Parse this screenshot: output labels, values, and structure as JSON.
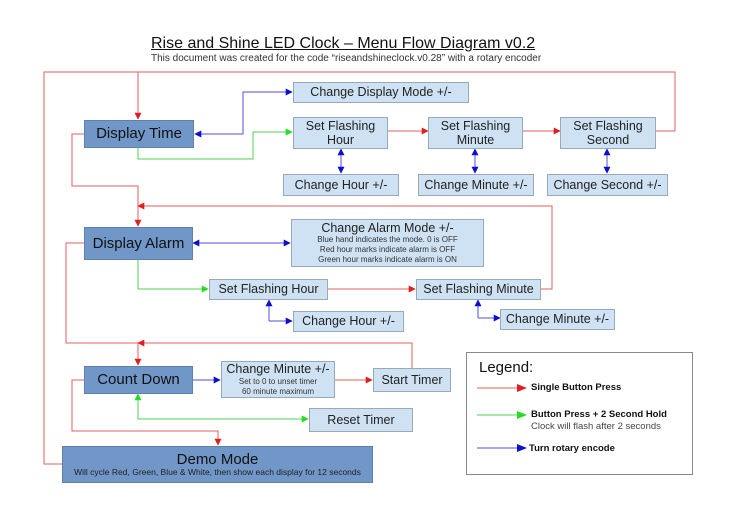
{
  "header": {
    "title": "Rise and Shine LED Clock – Menu Flow Diagram v0.2",
    "subtitle": "This document was created for the code “riseandshineclock.v0.28” with a rotary encoder"
  },
  "colors": {
    "single_press": "#e02020",
    "press_hold": "#22dd22",
    "rotary": "#1010cc",
    "main_box": "#7097c8",
    "sub_box": "#cfe2f3"
  },
  "nodes": {
    "display_time": "Display Time",
    "change_display_mode": "Change Display Mode +/-",
    "set_flashing_hour": [
      "Set Flashing",
      "Hour"
    ],
    "set_flashing_minute": [
      "Set Flashing",
      "Minute"
    ],
    "set_flashing_second": [
      "Set Flashing",
      "Second"
    ],
    "change_hour": "Change Hour +/-",
    "change_minute": "Change Minute +/-",
    "change_second": "Change Second +/-",
    "display_alarm": "Display Alarm",
    "change_alarm_mode": {
      "title": "Change Alarm Mode +/-",
      "notes": [
        "Blue hand indicates the mode. 0 is OFF",
        "Red hour marks indicate alarm is OFF",
        "Green hour marks indicate alarm is ON"
      ]
    },
    "alarm_set_flashing_hour": "Set Flashing Hour",
    "alarm_set_flashing_minute": "Set Flashing Minute",
    "alarm_change_hour": "Change Hour +/-",
    "alarm_change_minute": "Change Minute +/-",
    "count_down": "Count Down",
    "timer_change_minute": {
      "title": "Change Minute +/-",
      "notes": [
        "Set to 0 to unset timer",
        "60 minute maximum"
      ]
    },
    "start_timer": "Start Timer",
    "reset_timer": "Reset Timer",
    "demo_mode": {
      "title": "Demo Mode",
      "note": "Will cycle Red, Green, Blue & White, then show each display for 12 seconds"
    }
  },
  "legend": {
    "title": "Legend:",
    "items": [
      {
        "type": "single_press",
        "label": "Single Button Press",
        "sub": ""
      },
      {
        "type": "press_hold",
        "label": "Button Press + 2 Second Hold",
        "sub": "Clock will flash after 2 seconds"
      },
      {
        "type": "rotary",
        "label": "Turn rotary encode",
        "sub": ""
      }
    ]
  }
}
